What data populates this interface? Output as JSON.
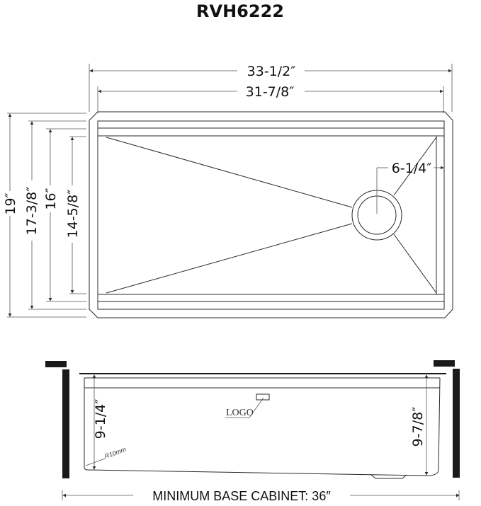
{
  "title": "RVH6222",
  "top_view": {
    "overall_width": "33-1/2″",
    "inner_width": "31-7/8″",
    "overall_depth": "19″",
    "depth_2": "17-3/8″",
    "depth_3": "16″",
    "bowl_depth": "14-5/8″",
    "drain_offset": "6-1/4″"
  },
  "side_view": {
    "front_depth": "9-1/4″",
    "back_depth": "9-7/8″",
    "corner_radius": "R10mm",
    "logo_label": "LOGO",
    "cabinet_label": "MINIMUM BASE CABINET: 36″"
  }
}
